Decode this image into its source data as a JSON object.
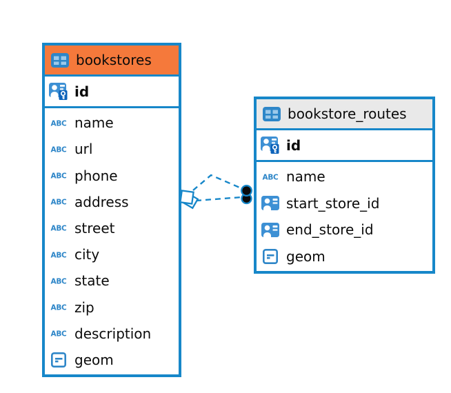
{
  "colors": {
    "accent_blue": "#1787c9",
    "bookstores_header": "#f5793b",
    "routes_header": "#e9e9e9",
    "icon_blue": "#2e86c8",
    "icon_fill_blue": "#3d90d4",
    "key_badge_blue": "#0d63ba",
    "endpoint_black": "#0c0c0c",
    "text": "#0b0b0b"
  },
  "tables": [
    {
      "name": "bookstores",
      "header_color": "#f5793b",
      "header_icon": "table-icon",
      "primary_key": {
        "name": "id",
        "icon": "primary-key-icon"
      },
      "columns": [
        {
          "name": "name",
          "icon": "text-type-icon"
        },
        {
          "name": "url",
          "icon": "text-type-icon"
        },
        {
          "name": "phone",
          "icon": "text-type-icon"
        },
        {
          "name": "address",
          "icon": "text-type-icon"
        },
        {
          "name": "street",
          "icon": "text-type-icon"
        },
        {
          "name": "city",
          "icon": "text-type-icon"
        },
        {
          "name": "state",
          "icon": "text-type-icon"
        },
        {
          "name": "zip",
          "icon": "text-type-icon"
        },
        {
          "name": "description",
          "icon": "text-type-icon"
        },
        {
          "name": "geom",
          "icon": "geometry-type-icon"
        }
      ]
    },
    {
      "name": "bookstore_routes",
      "header_color": "#e9e9e9",
      "header_icon": "table-icon",
      "primary_key": {
        "name": "id",
        "icon": "primary-key-icon"
      },
      "columns": [
        {
          "name": "name",
          "icon": "text-type-icon"
        },
        {
          "name": "start_store_id",
          "icon": "foreign-key-icon"
        },
        {
          "name": "end_store_id",
          "icon": "foreign-key-icon"
        },
        {
          "name": "geom",
          "icon": "geometry-type-icon"
        }
      ]
    }
  ],
  "relationships": [
    {
      "from_table": "bookstores",
      "to_table": "bookstore_routes",
      "line_style": "dashed",
      "source_marker": "diamond",
      "target_marker": "filled-circle"
    },
    {
      "from_table": "bookstores",
      "to_table": "bookstore_routes",
      "line_style": "dashed",
      "source_marker": "diamond",
      "target_marker": "filled-circle"
    }
  ]
}
